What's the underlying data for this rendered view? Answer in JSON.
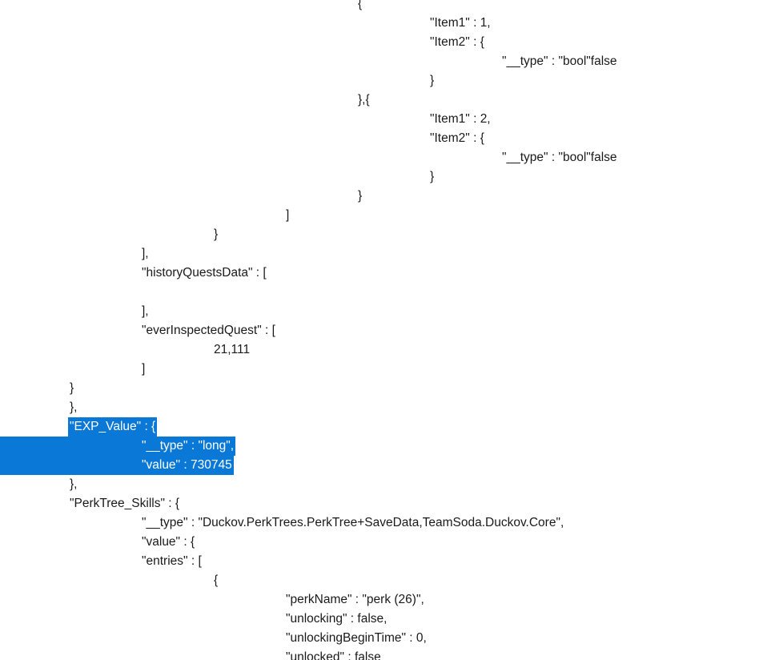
{
  "window": {
    "title": ""
  },
  "document": {
    "selection_color": "#0a78d7",
    "lines": [
      {
        "indent": 447,
        "text": "{",
        "clip": true
      },
      {
        "indent": 537,
        "text": "\"Item1\" : 1,"
      },
      {
        "indent": 537,
        "text": "\"Item2\" : {"
      },
      {
        "indent": 627,
        "text": "\"__type\" : \"bool\"false"
      },
      {
        "indent": 537,
        "text": "}"
      },
      {
        "indent": 447,
        "text": "},{"
      },
      {
        "indent": 537,
        "text": "\"Item1\" : 2,"
      },
      {
        "indent": 537,
        "text": "\"Item2\" : {"
      },
      {
        "indent": 627,
        "text": "\"__type\" : \"bool\"false"
      },
      {
        "indent": 537,
        "text": "}"
      },
      {
        "indent": 447,
        "text": "}"
      },
      {
        "indent": 357,
        "text": "]"
      },
      {
        "indent": 267,
        "text": "}"
      },
      {
        "indent": 177,
        "text": "],"
      },
      {
        "indent": 177,
        "text": "\"historyQuestsData\" : ["
      },
      {
        "indent": 0,
        "text": ""
      },
      {
        "indent": 177,
        "text": "],"
      },
      {
        "indent": 177,
        "text": "\"everInspectedQuest\" : ["
      },
      {
        "indent": 267,
        "text": "21,111"
      },
      {
        "indent": 177,
        "text": "]"
      },
      {
        "indent": 87,
        "text": "}"
      },
      {
        "indent": 87,
        "text": "},"
      },
      {
        "indent": 87,
        "text": "\"EXP_Value\" : {",
        "selected": true
      },
      {
        "indent": 177,
        "text": "\"__type\" : \"long\",",
        "selected": true
      },
      {
        "indent": 177,
        "text": "\"value\" : 730745",
        "selected": true
      },
      {
        "indent": 87,
        "text": "},"
      },
      {
        "indent": 87,
        "text": "\"PerkTree_Skills\" : {"
      },
      {
        "indent": 177,
        "text": "\"__type\" : \"Duckov.PerkTrees.PerkTree+SaveData,TeamSoda.Duckov.Core\","
      },
      {
        "indent": 177,
        "text": "\"value\" : {"
      },
      {
        "indent": 177,
        "text": "\"entries\" : ["
      },
      {
        "indent": 267,
        "text": "{"
      },
      {
        "indent": 357,
        "text": "\"perkName\" : \"perk (26)\","
      },
      {
        "indent": 357,
        "text": "\"unlocking\" : false,"
      },
      {
        "indent": 357,
        "text": "\"unlockingBeginTime\" : 0,"
      },
      {
        "indent": 357,
        "text": "\"unlocked\" : false"
      },
      {
        "indent": 267,
        "text": "},{",
        "clip": true
      }
    ]
  }
}
